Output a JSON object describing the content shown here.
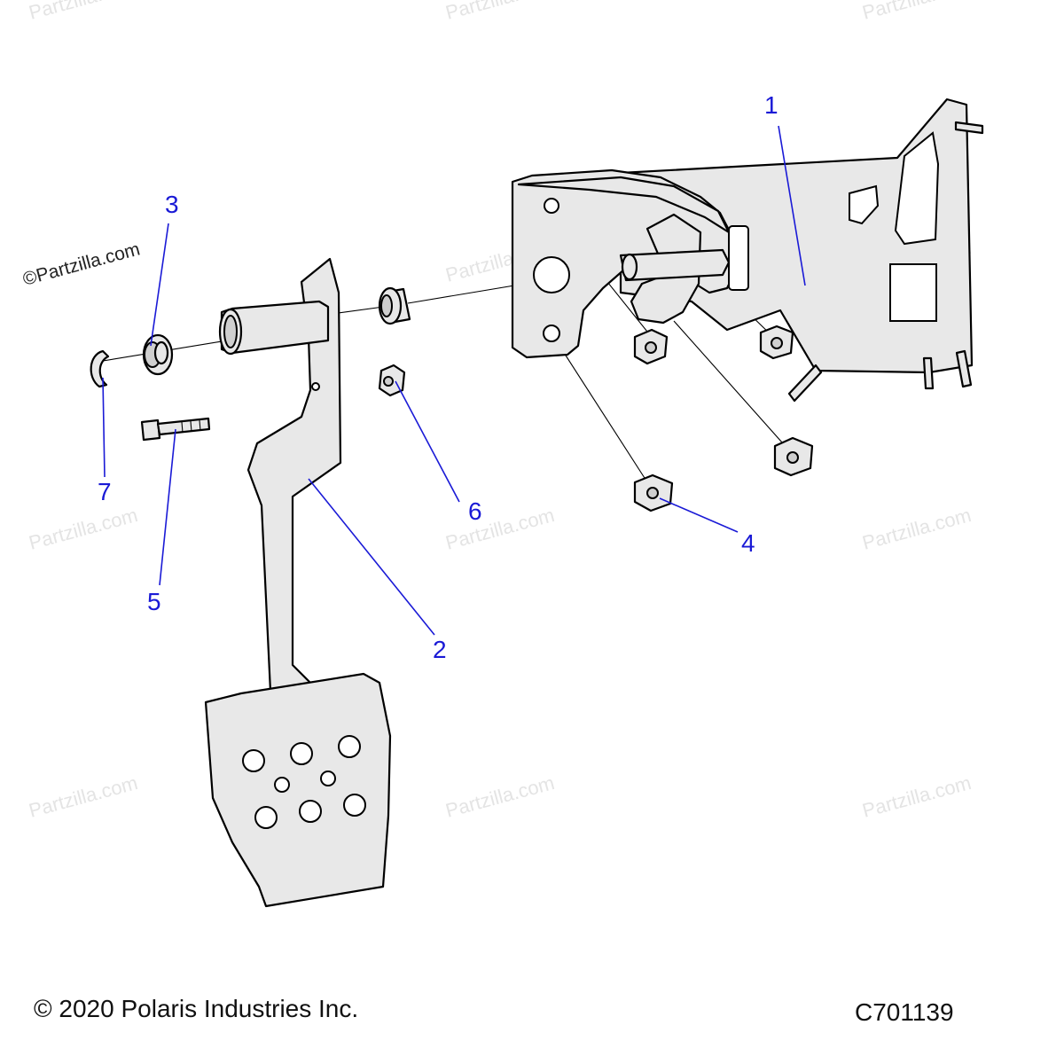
{
  "watermark": {
    "text": "Partzilla.com",
    "prominent_text": "©Partzilla.com"
  },
  "callouts": [
    "1",
    "2",
    "3",
    "4",
    "5",
    "6",
    "7"
  ],
  "footer": {
    "copyright": "© 2020 Polaris Industries Inc.",
    "figure_code": "C701139"
  },
  "colors": {
    "callout": "#1a1ad6",
    "part_fill": "#e8e8e8",
    "outline": "#000000"
  }
}
